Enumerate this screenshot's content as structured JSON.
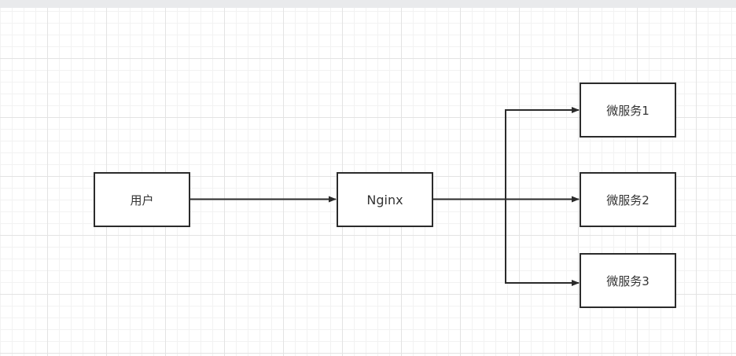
{
  "diagram": {
    "nodes": [
      {
        "id": "user",
        "label": "用户"
      },
      {
        "id": "nginx",
        "label": "Nginx"
      },
      {
        "id": "ms1",
        "label": "微服务1"
      },
      {
        "id": "ms2",
        "label": "微服务2"
      },
      {
        "id": "ms3",
        "label": "微服务3"
      }
    ],
    "edges": [
      {
        "from": "user",
        "to": "nginx"
      },
      {
        "from": "nginx",
        "to": "ms1"
      },
      {
        "from": "nginx",
        "to": "ms2"
      },
      {
        "from": "nginx",
        "to": "ms3"
      }
    ],
    "colors": {
      "stroke": "#2b2b2b",
      "text": "#333333",
      "grid": "#e3e3e3",
      "toolbar": "#e9eaec"
    }
  }
}
